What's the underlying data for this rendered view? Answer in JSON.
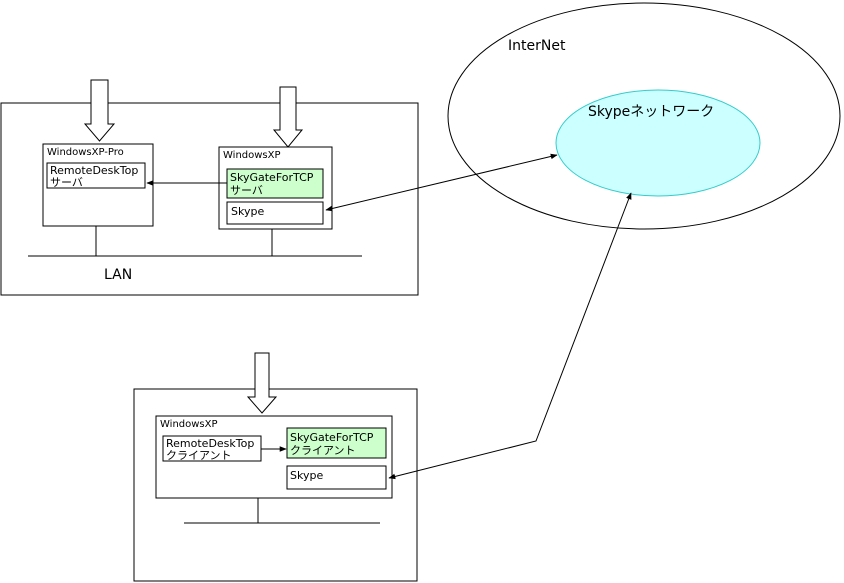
{
  "internet": {
    "label": "InterNet",
    "skype_network": "Skypeネットワーク"
  },
  "site_a": {
    "lan_label": "LAN",
    "pc_pro": {
      "title": "WindowsXP-Pro",
      "app_line1": "RemoteDeskTop",
      "app_line2": "サーバ"
    },
    "pc_xp": {
      "title": "WindowsXP",
      "gate_line1": "SkyGateForTCP",
      "gate_line2": "サーバ",
      "skype": "Skype"
    }
  },
  "site_b": {
    "pc_xp": {
      "title": "WindowsXP",
      "app_line1": "RemoteDeskTop",
      "app_line2": "クライアント",
      "gate_line1": "SkyGateForTCP",
      "gate_line2": "クライアント",
      "skype": "Skype"
    }
  },
  "colors": {
    "skype_network_fill": "#ccffff",
    "skype_network_stroke": "#33cccc",
    "gateway_fill": "#ccffcc"
  }
}
